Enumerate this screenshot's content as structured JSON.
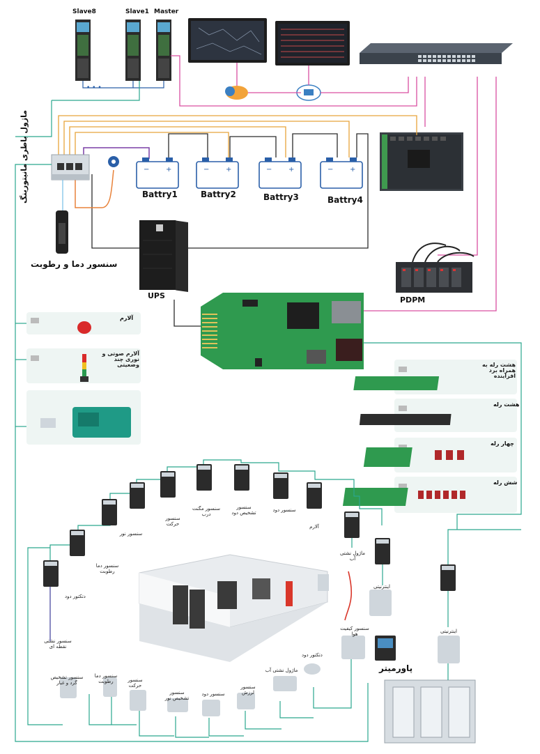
{
  "devices": {
    "slave8": "Slave8",
    "slave1": "Slave1",
    "master": "Master",
    "battery_module": "ماژول باطری مانیتورینگ",
    "temp_humidity": "سنسور دما و رطوبت",
    "ups": "UPS",
    "pdpm": "PDPM",
    "batteries": [
      "Battry1",
      "Battry2",
      "Battry3",
      "Battry4"
    ]
  },
  "alarm_panels": {
    "alarm": "آلارم",
    "sound_light_alarm": "آلارم صوتی و نوری چند وضعیتی"
  },
  "relay_boards": {
    "eight_relay_expansion": "هشت رله به همراه برد افزاینده",
    "eight_relay": "هشت رله",
    "four_relay": "چهار رله",
    "six_relay": "شش رله"
  },
  "sensors_top": {
    "light_sensor": "سنسور نور",
    "motion_sensor": "سنسور حرکت",
    "magnet_sensor": "سنسور مگنت درب",
    "smoke_sensor_light": "سنسور تشخیص دود",
    "smoke_sensor": "سنسور دود",
    "alarm": "آلارم",
    "water_leak_module": "ماژول نشتی آب",
    "temp_humidity_sensor": "سنسور دما رطوبت",
    "smoke_detector": "دتکتور دود",
    "point_leak_sensor": "سنسور نشتی نقطه ای",
    "dust_sensor": "سنسور تشخیص گرد و غبار"
  },
  "sensors_bottom": {
    "temp_humidity": "سنسور دما رطوبت",
    "motion": "سنسور حرکت",
    "smoke_light": "سنسور تشخیص نور",
    "smoke": "سنسور دود",
    "vibration": "سنسور لرزش",
    "water_leak_module": "ماژول نشتی آب",
    "smoke_detector": "دتکتور دود",
    "air_quality": "سنسور کیفیت هوا"
  },
  "right_side": {
    "enteliness_top": "اینترنیتی",
    "powermeter": "پاورمیتر",
    "enteliness_bottom": "اینترنیتی"
  },
  "colors": {
    "teal": "#2aa68e",
    "pink": "#d94fa0",
    "orange": "#e8a33a",
    "dark": "#2b2b2b",
    "blue": "#2a5fa8",
    "green_board": "#2f9a4f"
  }
}
